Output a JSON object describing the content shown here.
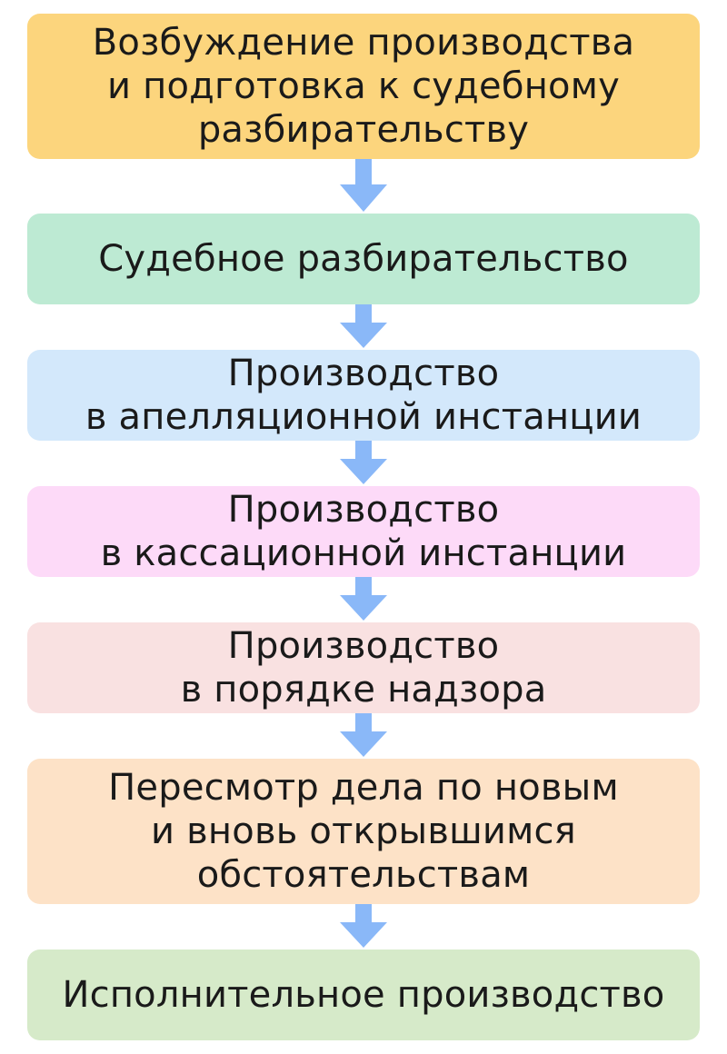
{
  "flowchart": {
    "steps": [
      {
        "label": "Возбуждение производства\nи подготовка к судебному\nразбирательству",
        "color": "#FCD57D"
      },
      {
        "label": "Судебное разбирательство",
        "color": "#BDEAD3"
      },
      {
        "label": "Производство\nв апелляционной инстанции",
        "color": "#D3E8FB"
      },
      {
        "label": "Производство\nв кассационной инстанции",
        "color": "#FDDAF8"
      },
      {
        "label": "Производство\nв порядке надзора",
        "color": "#F9E1E1"
      },
      {
        "label": "Пересмотр дела по новым\nи вновь открывшимся\nобстоятельствам",
        "color": "#FDE2C7"
      },
      {
        "label": "Исполнительное производство",
        "color": "#D6EAC9"
      }
    ],
    "arrow_color": "#8AB8F8"
  }
}
